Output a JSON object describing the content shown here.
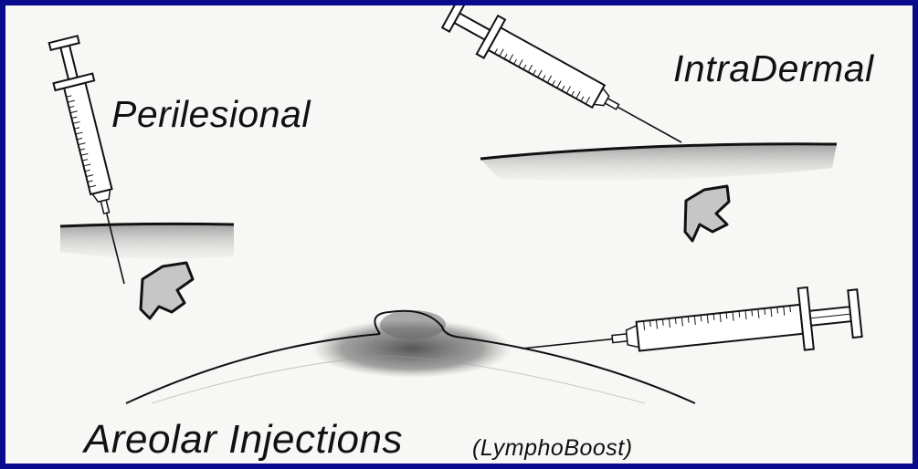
{
  "colors": {
    "border": "#0a0a8c",
    "paper": "#f7f7f5",
    "ink": "#111111",
    "tumor_fill": "#c6c6c6",
    "tissue_shade": "#8a8a8a"
  },
  "labels": {
    "perilesional": "Perilesional",
    "intradermal": "IntraDermal",
    "areolar": "Areolar Injections",
    "lymphoboost": "(LymphoBoost)"
  },
  "icons": {
    "syringe_perilesional": "syringe-icon",
    "syringe_intradermal": "syringe-icon",
    "syringe_areolar": "syringe-icon",
    "tumor_perilesional": "tumor-shape",
    "tumor_intradermal": "tumor-shape"
  }
}
